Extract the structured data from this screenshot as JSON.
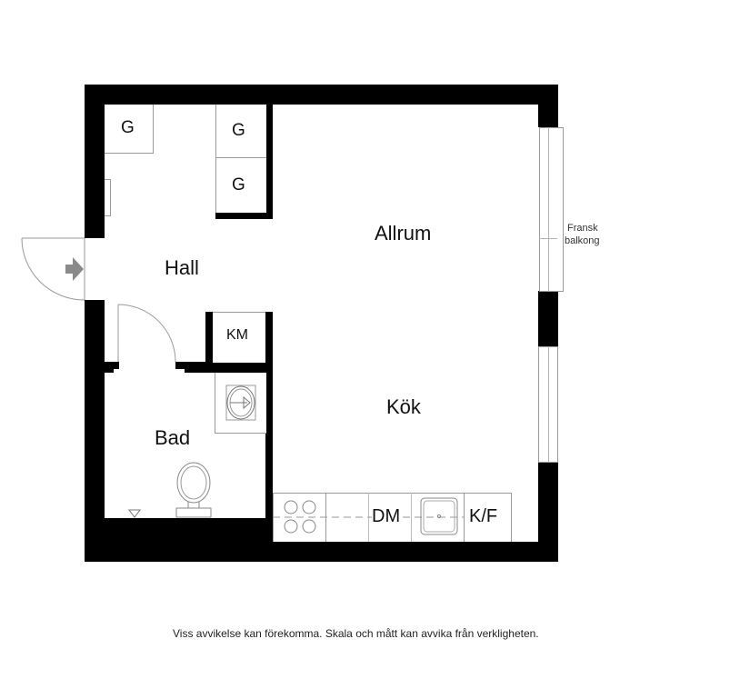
{
  "floorplan": {
    "rooms": {
      "allrum": "Allrum",
      "hall": "Hall",
      "kok": "Kök",
      "bad": "Bad"
    },
    "fixtures": {
      "wardrobe_1": "G",
      "wardrobe_2": "G",
      "wardrobe_3": "G",
      "washing_machine": "KM",
      "dishwasher": "DM",
      "fridge_freezer": "K/F"
    },
    "balcony_label_line1": "Fransk",
    "balcony_label_line2": "balkong",
    "icons": [
      "entrance-arrow-icon",
      "stove-icon",
      "sink-icon",
      "toilet-icon",
      "washbasin-icon",
      "floor-drain-icon"
    ],
    "colors": {
      "wall": "#000000",
      "thin_line": "#9a9a9a",
      "entrance_arrow": "#8a8a8a"
    }
  },
  "footer": {
    "disclaimer": "Viss avvikelse kan förekomma. Skala och mått kan avvika från verkligheten."
  }
}
